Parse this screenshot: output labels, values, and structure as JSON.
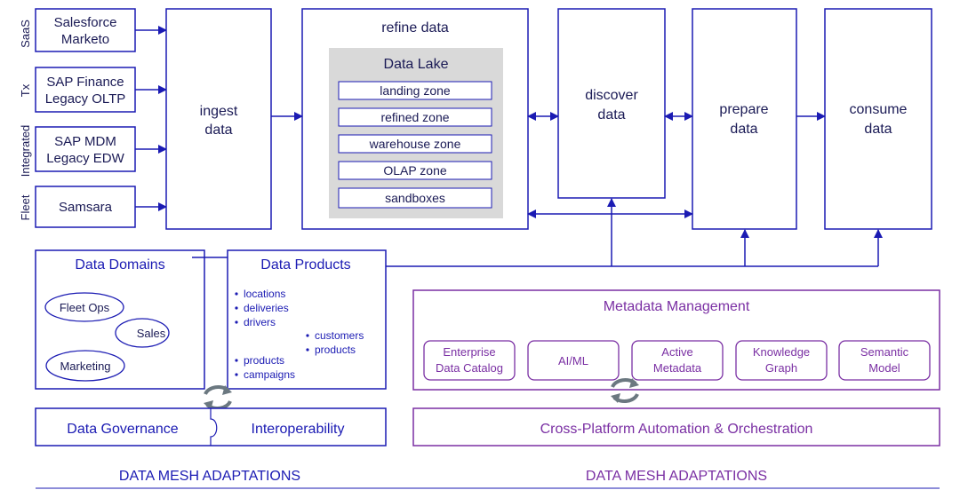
{
  "colors": {
    "blue": "#1b1bb3",
    "text": "#1a1a55",
    "purple": "#7a2fa3",
    "lake_bg": "#d9d9d9",
    "cycle_icon": "#6b7880"
  },
  "side_labels": [
    "SaaS",
    "Tx",
    "Integrated",
    "Fleet"
  ],
  "sources": [
    {
      "line1": "Salesforce",
      "line2": "Marketo"
    },
    {
      "line1": "SAP Finance",
      "line2": "Legacy OLTP"
    },
    {
      "line1": "SAP MDM",
      "line2": "Legacy EDW"
    },
    {
      "line1": "Samsara",
      "line2": ""
    }
  ],
  "stages": {
    "ingest": {
      "line1": "ingest",
      "line2": "data"
    },
    "refine": {
      "title": "refine data"
    },
    "discover": {
      "line1": "discover",
      "line2": "data"
    },
    "prepare": {
      "line1": "prepare",
      "line2": "data"
    },
    "consume": {
      "line1": "consume",
      "line2": "data"
    }
  },
  "data_lake": {
    "title": "Data Lake",
    "zones": [
      "landing zone",
      "refined zone",
      "warehouse zone",
      "OLAP zone",
      "sandboxes"
    ]
  },
  "data_domains": {
    "title": "Data Domains",
    "items": [
      "Fleet Ops",
      "Sales",
      "Marketing"
    ]
  },
  "data_products": {
    "title": "Data Products",
    "list_a": [
      "locations",
      "deliveries",
      "drivers"
    ],
    "list_b": [
      "customers",
      "products"
    ],
    "list_c": [
      "products",
      "campaigns"
    ]
  },
  "governance": {
    "left": "Data Governance",
    "right": "Interoperability"
  },
  "metadata": {
    "title": "Metadata Management",
    "items": [
      {
        "line1": "Enterprise",
        "line2": "Data Catalog"
      },
      {
        "line1": "AI/ML",
        "line2": ""
      },
      {
        "line1": "Active",
        "line2": "Metadata"
      },
      {
        "line1": "Knowledge",
        "line2": "Graph"
      },
      {
        "line1": "Semantic",
        "line2": "Model"
      }
    ]
  },
  "automation": {
    "label": "Cross-Platform Automation & Orchestration"
  },
  "footer": {
    "left": "DATA MESH ADAPTATIONS",
    "right": "DATA MESH ADAPTATIONS"
  }
}
